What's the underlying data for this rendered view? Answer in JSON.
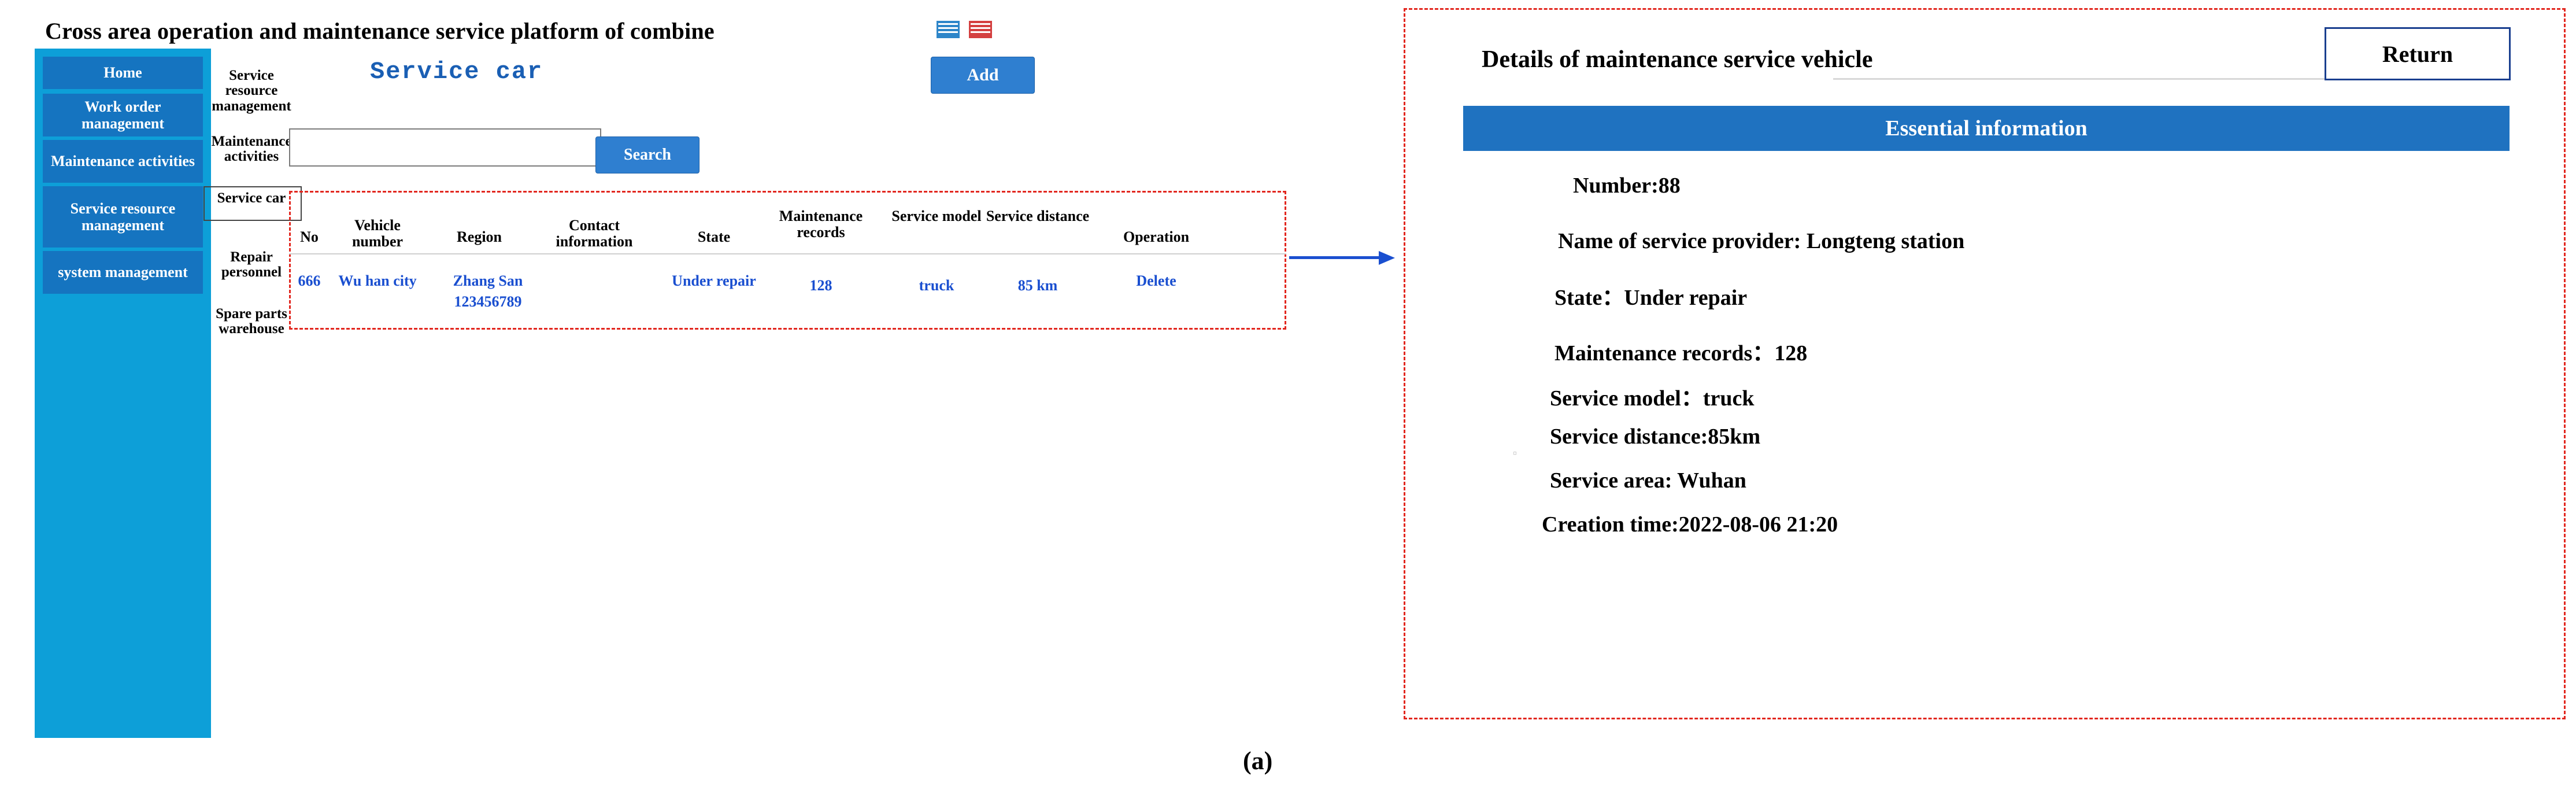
{
  "app": {
    "title": "Cross area operation and maintenance service platform of combine",
    "title_icons": [
      "blue-menu-icon",
      "red-menu-icon"
    ]
  },
  "sidebar": {
    "items": [
      {
        "label": "Home"
      },
      {
        "label": "Work order management"
      },
      {
        "label": "Maintenance activities"
      },
      {
        "label": "Service resource management"
      },
      {
        "label": "system management"
      }
    ]
  },
  "submenu": {
    "items": [
      {
        "label": "Service resource management"
      },
      {
        "label": "Maintenance activities"
      },
      {
        "label": "Service car"
      },
      {
        "label": "Repair personnel"
      },
      {
        "label": "Spare parts warehouse"
      }
    ]
  },
  "content": {
    "title": "Service car",
    "add_label": "Add",
    "search_label": "Search",
    "search_value": "",
    "search_placeholder": ""
  },
  "table": {
    "headers": [
      "No",
      "Vehicle number",
      "Region",
      "Contact information",
      "State",
      "Maintenance records",
      "Service model",
      "Service distance",
      "Operation"
    ],
    "rows": [
      {
        "no": "666",
        "vehicle_number": "Wu han city",
        "region": "Zhang San",
        "contact": "123456789",
        "state": "Under repair",
        "maintenance_records": "128",
        "service_model": "truck",
        "service_distance": "85 km",
        "operation": "Delete"
      }
    ]
  },
  "detail": {
    "title": "Details of maintenance service vehicle",
    "return_label": "Return",
    "section_header": "Essential information",
    "fields": [
      "Number:88",
      "Name of service provider: Longteng station",
      "State：Under repair",
      "Maintenance records：128",
      "Service model：truck",
      "Service distance:85km",
      "Service area: Wuhan",
      "Creation time:2022-08-06    21:20"
    ]
  },
  "caption": "(a)",
  "colors": {
    "brand_blue": "#1574c0",
    "sidebar_bg": "#0d9fd8",
    "accent_blue": "#2f7fd0",
    "link_blue": "#1a4fd0",
    "dashed_red": "#e2271f",
    "header_bar": "#1f72c0"
  }
}
